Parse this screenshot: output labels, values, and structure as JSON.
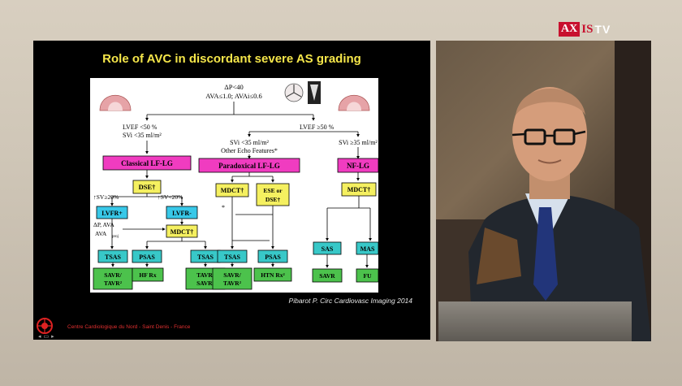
{
  "broadcaster_logo": {
    "part1": "AX",
    "part2": "IS",
    "part3": "TV"
  },
  "slide": {
    "title": "Role of AVC in discordant severe AS grading",
    "citation": "Pibarot P. Circ Cardiovasc Imaging 2014",
    "footer_institute": "Centre Cardiologique du Nord - Saint Denis - France",
    "nav_icons": [
      "prev-arrow",
      "slides-icon",
      "next-arrow"
    ]
  },
  "diagram": {
    "top_condition": {
      "line1": "ΔP<40",
      "line2": "AVA≤1.0; AVAi≤0.6"
    },
    "branch_left": {
      "line1": "LVEF <50 %",
      "line2": "SVi <35 ml/m²"
    },
    "branch_mid": {
      "line1": "LVEF ≥50 %",
      "line2": "SVi <35 ml/m²",
      "line3": "Other Echo Features*"
    },
    "branch_right": {
      "line1": "SVi ≥35 ml/m²"
    },
    "category_boxes": [
      "Classical LF-LG",
      "Paradoxical LF-LG",
      "NF-LG"
    ],
    "test_boxes": {
      "dse_left": "DSE†",
      "mdct_left": "MDCT†",
      "mdct_mid": "MDCT†",
      "ese_dse_mid": {
        "line1": "ESE or",
        "line2": "DSE†"
      },
      "mdct_right": "MDCT†"
    },
    "sv_labels": {
      "up": "↑SV≥20%",
      "down": "↑SV<20%"
    },
    "ap_label": {
      "line1": "ΔP, AVA",
      "line2": "AVA",
      "line2_sub": "proj"
    },
    "asterisk_mid": "*",
    "lvfr_boxes": [
      "LVFR+",
      "LVFR-"
    ],
    "severity_boxes": [
      "TSAS",
      "PSAS",
      "TSAS",
      "TSAS",
      "PSAS",
      "SAS",
      "MAS"
    ],
    "outcome_boxes": [
      {
        "line1": "SAVR/",
        "line2": "TAVR²"
      },
      {
        "line1": "HF Rx"
      },
      {
        "line1": "TAVR/",
        "line2": "SAVR²"
      },
      {
        "line1": "SAVR/",
        "line2": "TAVR²"
      },
      {
        "line1": "HTN Rx²"
      },
      {
        "line1": "SAVR"
      },
      {
        "line1": "FU"
      }
    ]
  },
  "colors": {
    "category_box": "#f03cc0",
    "test_box": "#f5f060",
    "lvfr_box": "#38c8e8",
    "severity_box": "#38c8c8",
    "outcome_box": "#4cc24c",
    "title": "#f5e64a"
  }
}
